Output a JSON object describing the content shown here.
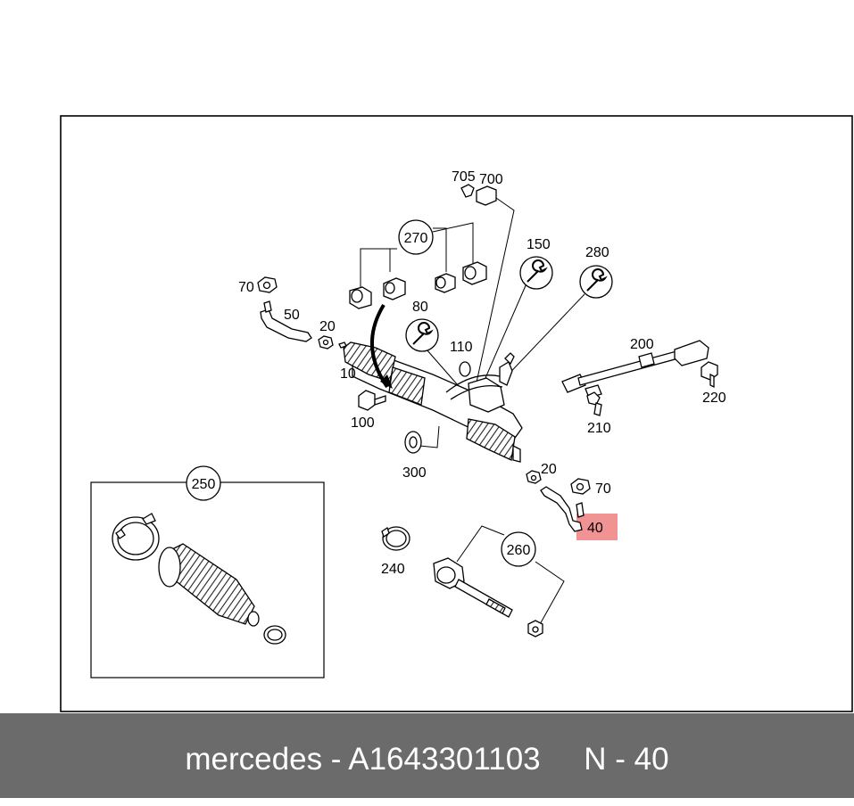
{
  "diagram": {
    "labels": {
      "l705": "705",
      "l700": "700",
      "l270": "270",
      "l150": "150",
      "l280": "280",
      "l70a": "70",
      "l50": "50",
      "l20a": "20",
      "l80": "80",
      "l110": "110",
      "l10": "10",
      "l100": "100",
      "l200": "200",
      "l220": "220",
      "l210": "210",
      "l300": "300",
      "l250": "250",
      "l20b": "20",
      "l70b": "70",
      "l40": "40",
      "l240": "240",
      "l260": "260"
    },
    "highlight_color": "#f08080"
  },
  "footer": {
    "text": "mercedes - A1643301103     N - 40",
    "background": "#6b6b6b",
    "color": "#ffffff"
  }
}
